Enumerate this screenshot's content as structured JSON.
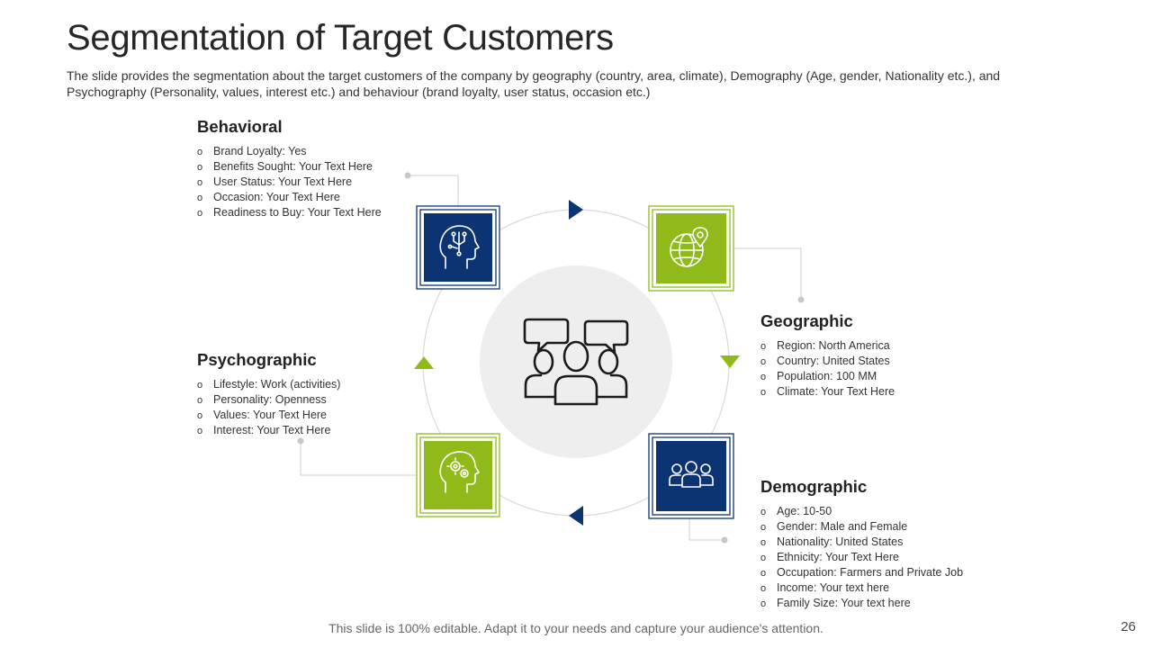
{
  "slide": {
    "title": "Segmentation of Target Customers",
    "subtitle": "The slide provides the segmentation about the target customers of the company by geography (country, area, climate), Demography (Age, gender, Nationality etc.), and Psychography (Personality, values, interest etc.) and behaviour (brand loyalty, user status, occasion etc.)",
    "footer": "This slide is 100% editable. Adapt it to your needs and capture your audience's attention.",
    "page_number": "26"
  },
  "colors": {
    "navy": "#0d3472",
    "green": "#8fba19",
    "ring": "#d9d9d9",
    "center": "#eeeeee",
    "connector": "#cfcfcf"
  },
  "segments": {
    "behavioral": {
      "title": "Behavioral",
      "icon": "brain-circuit-icon",
      "items": [
        "Brand Loyalty: Yes",
        "Benefits Sought: Your Text Here",
        "User Status: Your Text Here",
        "Occasion: Your Text Here",
        "Readiness to Buy: Your Text Here"
      ]
    },
    "geographic": {
      "title": "Geographic",
      "icon": "globe-pin-icon",
      "items": [
        "Region: North America",
        "Country: United States",
        "Population: 100 MM",
        "Climate: Your Text Here"
      ]
    },
    "psychographic": {
      "title": "Psychographic",
      "icon": "head-gears-icon",
      "items": [
        "Lifestyle: Work (activities)",
        "Personality: Openness",
        "Values: Your Text Here",
        "Interest: Your Text Here"
      ]
    },
    "demographic": {
      "title": "Demographic",
      "icon": "group-icon",
      "items": [
        "Age: 10-50",
        "Gender: Male and Female",
        "Nationality: United States",
        "Ethnicity: Your Text Here",
        "Occupation: Farmers and Private Job",
        "Income: Your text here",
        "Family Size: Your text here"
      ]
    }
  }
}
